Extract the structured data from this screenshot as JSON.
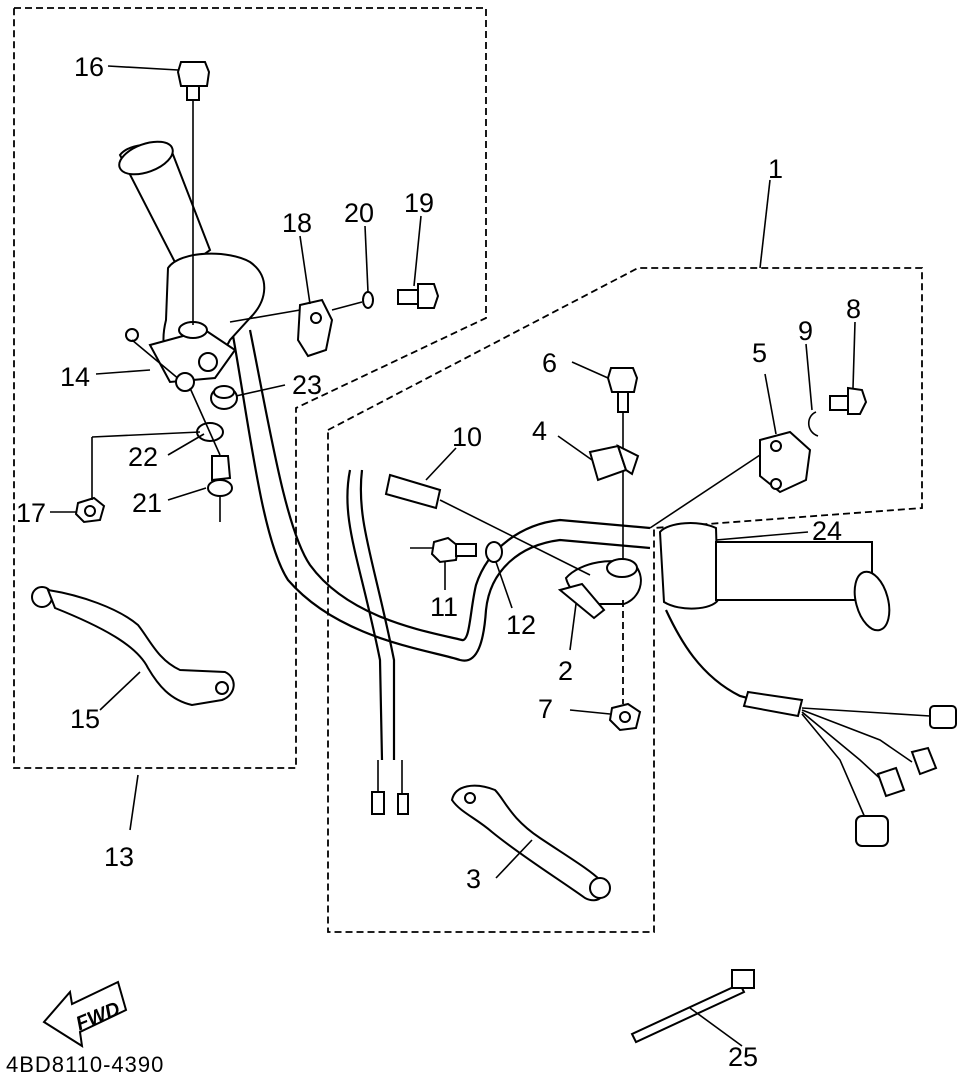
{
  "diagram": {
    "callouts": [
      {
        "id": "1",
        "text": "1"
      },
      {
        "id": "2",
        "text": "2"
      },
      {
        "id": "3",
        "text": "3"
      },
      {
        "id": "4",
        "text": "4"
      },
      {
        "id": "5",
        "text": "5"
      },
      {
        "id": "6",
        "text": "6"
      },
      {
        "id": "7",
        "text": "7"
      },
      {
        "id": "8",
        "text": "8"
      },
      {
        "id": "9",
        "text": "9"
      },
      {
        "id": "10",
        "text": "10"
      },
      {
        "id": "11",
        "text": "11"
      },
      {
        "id": "12",
        "text": "12"
      },
      {
        "id": "13",
        "text": "13"
      },
      {
        "id": "14",
        "text": "14"
      },
      {
        "id": "15",
        "text": "15"
      },
      {
        "id": "16",
        "text": "16"
      },
      {
        "id": "17",
        "text": "17"
      },
      {
        "id": "18",
        "text": "18"
      },
      {
        "id": "19",
        "text": "19"
      },
      {
        "id": "20",
        "text": "20"
      },
      {
        "id": "21",
        "text": "21"
      },
      {
        "id": "22",
        "text": "22"
      },
      {
        "id": "23",
        "text": "23"
      },
      {
        "id": "24",
        "text": "24"
      },
      {
        "id": "25",
        "text": "25"
      }
    ],
    "direction_badge": "FWD",
    "drawing_code": "4BD8110-4390"
  }
}
